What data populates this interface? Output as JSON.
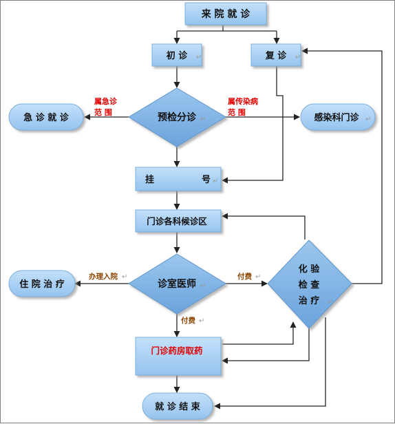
{
  "colors": {
    "box_fill": "#a9d1f6",
    "box_stroke": "#7aaed9",
    "diamond_fill": "#7fb4e6",
    "diamond_stroke": "#5f97cc",
    "red_text": "#e00000",
    "brown_text": "#8b4500",
    "line": "#222222"
  },
  "nodes": {
    "arrive": "来 院 就 诊",
    "first_visit": "初  诊",
    "return_visit": "复  诊",
    "triage": "预检分诊",
    "emergency": "急 诊 就 诊",
    "infectious_clinic": "感染科门诊",
    "register_a": "挂",
    "register_b": "号",
    "waiting_area": "门诊各科候诊区",
    "physician": "诊室医师",
    "inpatient": "住 院 治 疗",
    "lab_line1": "化  验",
    "lab_line2": "检  查",
    "lab_line3": "治  疗",
    "pharmacy": "门诊药房取药",
    "finish": "就 诊 结 束"
  },
  "edge_labels": {
    "emergency_scope_line1": "属急诊",
    "emergency_scope_line2": "范  围",
    "infectious_scope_line1": "属传染病",
    "infectious_scope_line2": "范  围",
    "admission": "办理入院",
    "pay_lab": "付费",
    "pay_pharmacy": "付费"
  }
}
